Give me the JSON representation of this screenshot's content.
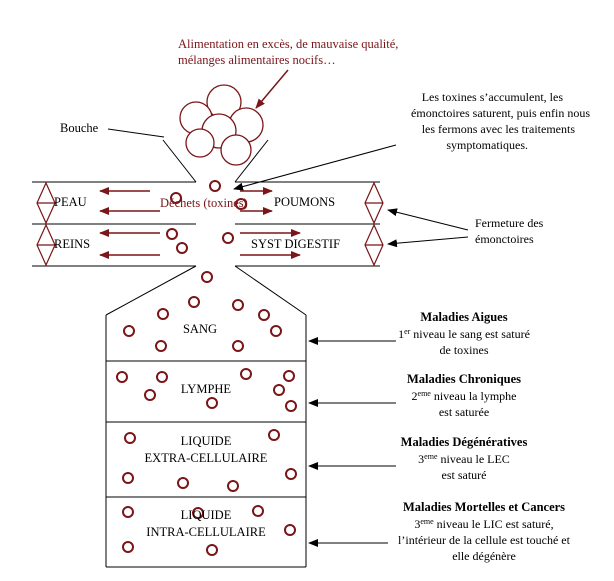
{
  "colors": {
    "dark_red": "#7a1518",
    "black": "#000000",
    "white": "#ffffff"
  },
  "top_note": {
    "line1": "Alimentation en excès, de mauvaise qualité,",
    "line2": "mélanges alimentaires nocifs…"
  },
  "bouche_label": "Bouche",
  "toxins_note": {
    "line1": "Les toxines s’accumulent, les",
    "line2": "émonctoires saturent, puis enfin nous",
    "line3": "les fermons avec les traitements",
    "line4": "symptomatiques."
  },
  "dechets_label": "Déchets (toxines)",
  "emunctories": {
    "peau": "PEAU",
    "poumons": "POUMONS",
    "reins": "REINS",
    "syst_digestif": "SYST DIGESTIF"
  },
  "fermeture_note": {
    "line1": "Fermeture des",
    "line2": "émonctoires"
  },
  "compartments": {
    "sang": "SANG",
    "lymphe": "LYMPHE",
    "lec_line1": "LIQUIDE",
    "lec_line2": "EXTRA-CELLULAIRE",
    "lic_line1": "LIQUIDE",
    "lic_line2": "INTRA-CELLULAIRE"
  },
  "diseases": {
    "aigues": {
      "title": "Maladies Aigues",
      "ord": "1",
      "sup": "er",
      "rest": " niveau le sang est saturé",
      "line2": "de toxines"
    },
    "chroniques": {
      "title": "Maladies Chroniques",
      "ord": "2",
      "sup": "eme",
      "rest": " niveau la lymphe",
      "line2": "est saturée"
    },
    "degeneratives": {
      "title": "Maladies Dégénératives",
      "ord": "3",
      "sup": "eme",
      "rest": " niveau le LEC",
      "line2": "est saturé"
    },
    "mortelles": {
      "title": "Maladies Mortelles et Cancers",
      "ord": "3",
      "sup": "eme",
      "rest": " niveau le LIC est saturé,",
      "line2": "l’intérieur de la cellule est touché et",
      "line3": "elle dégénère"
    }
  }
}
